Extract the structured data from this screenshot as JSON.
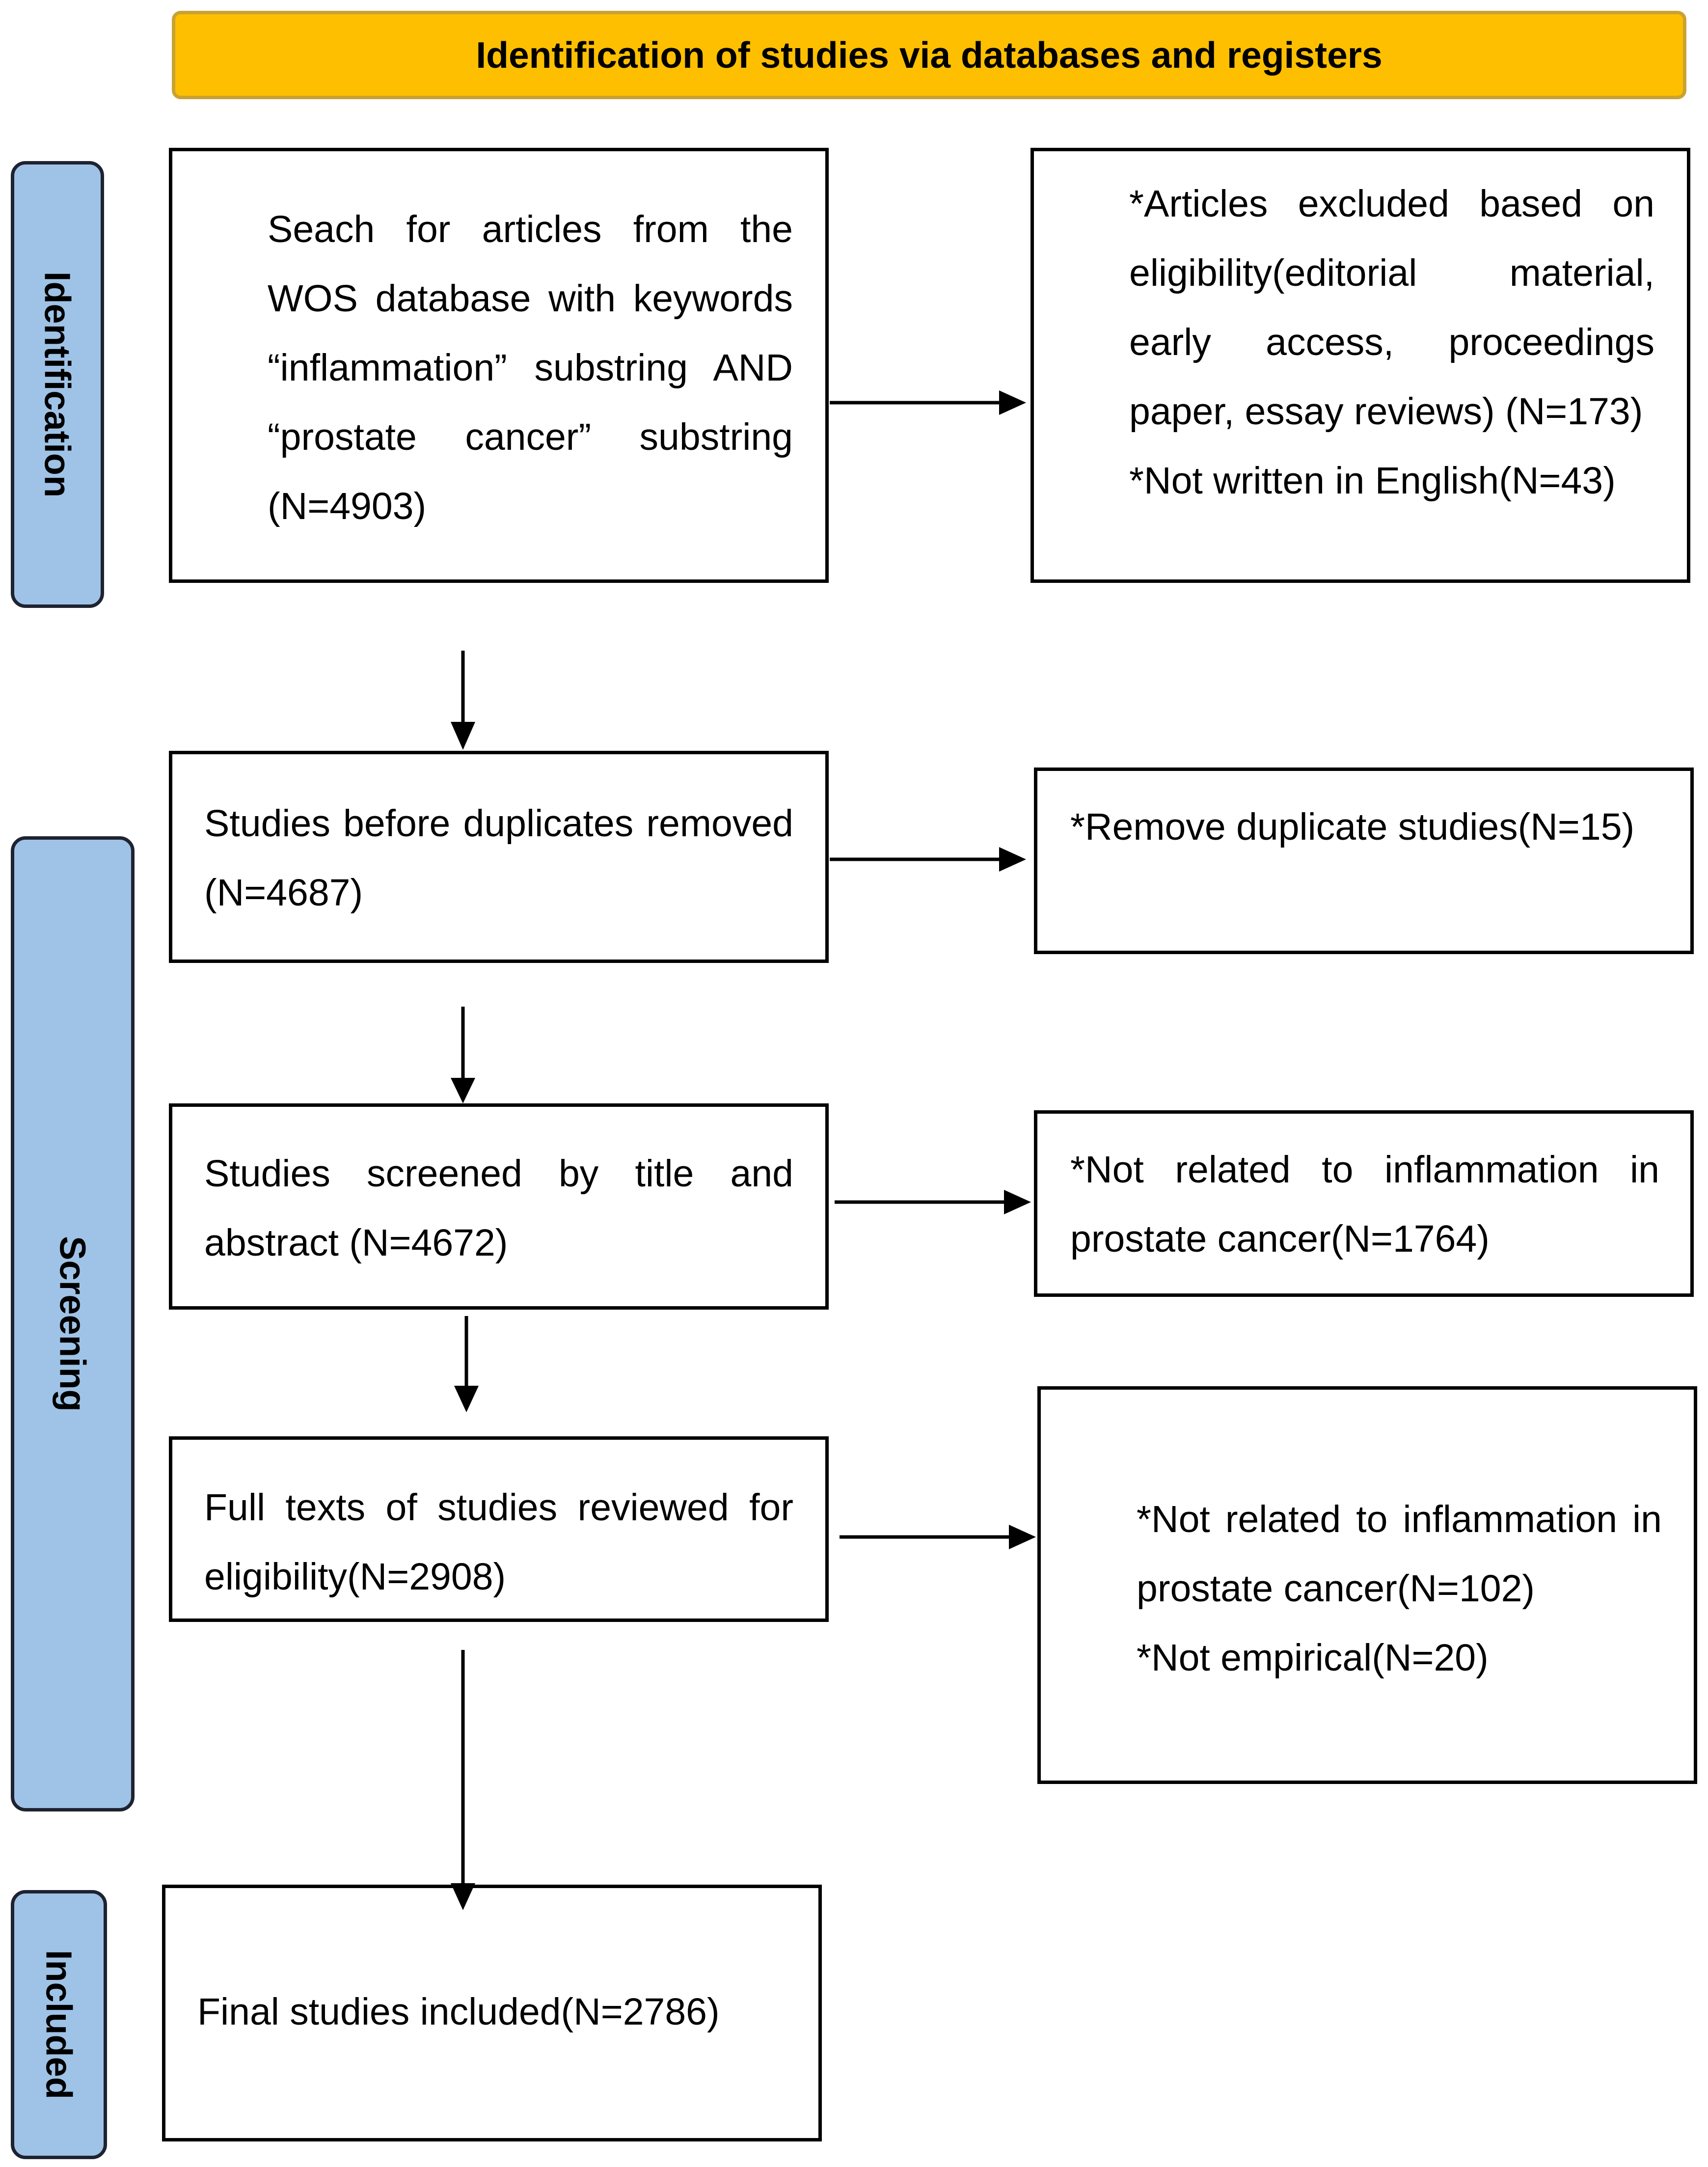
{
  "header": {
    "title": "Identification of studies via databases and registers"
  },
  "phases": {
    "identification": "Identification",
    "screening": "Screening",
    "included": "Included"
  },
  "boxes": {
    "search": "Seach for articles from the WOS database with keywords “inflammation” substring AND “prostate cancer” substring (N=4903)",
    "excluded_eligibility": {
      "line1": "*Articles excluded based on eligibility(editorial material, early access, proceedings paper, essay reviews) (N=173)",
      "line2": "*Not written in English(N=43)"
    },
    "before_duplicates": "Studies before duplicates removed (N=4687)",
    "remove_duplicates": "*Remove duplicate studies(N=15)",
    "screened": "Studies screened by title and abstract (N=4672)",
    "not_related_1": "*Not related to inflammation in prostate cancer(N=1764)",
    "full_texts": "Full texts of studies reviewed for eligibility(N=2908)",
    "exclusions_full_text": {
      "line1": "*Not related to inflammation in prostate cancer(N=102)",
      "line2": "*Not empirical(N=20)"
    },
    "final": "Final studies included(N=2786)"
  }
}
